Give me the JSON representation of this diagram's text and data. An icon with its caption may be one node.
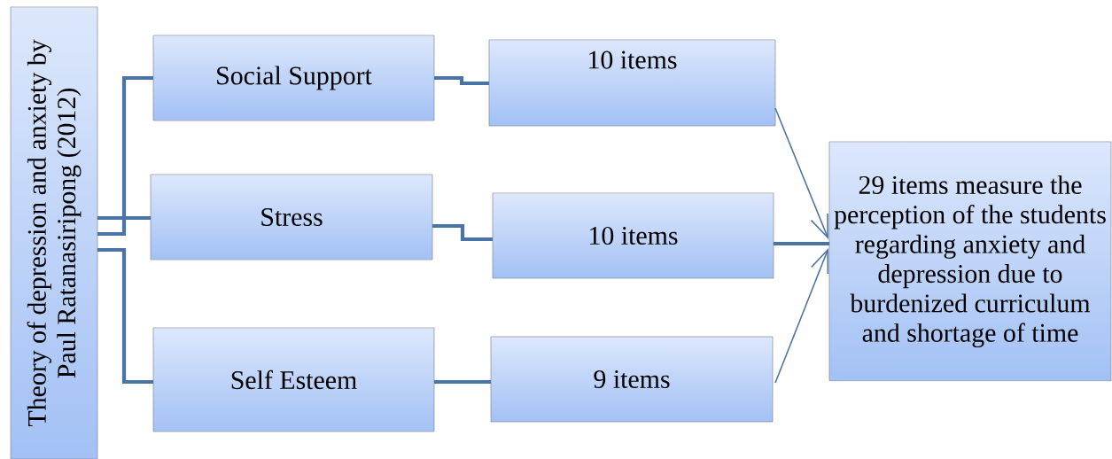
{
  "diagram": {
    "nodes": [
      {
        "text": [
          "Theory of depression and anxiety by Paul Ratanasiripong (2012)"
        ]
      },
      {
        "text": [
          "Social Support"
        ]
      },
      {
        "text": [
          "Stress"
        ]
      },
      {
        "text": [
          "Self Esteem"
        ]
      },
      {
        "text": [
          "10 items"
        ]
      },
      {
        "text": [
          "10 items"
        ]
      },
      {
        "text": [
          "9 items"
        ]
      },
      {
        "text": [
          "29 items measure the perception of the students regarding anxiety and depression due to burdenized curriculum and shortage of time"
        ]
      }
    ],
    "edges": [
      {
        "from": 0,
        "to": 1,
        "arrow": "none"
      },
      {
        "from": 0,
        "to": 2,
        "arrow": "none"
      },
      {
        "from": 0,
        "to": 3,
        "arrow": "none"
      },
      {
        "from": 1,
        "to": 4,
        "arrow": "none"
      },
      {
        "from": 2,
        "to": 5,
        "arrow": "none"
      },
      {
        "from": 3,
        "to": 6,
        "arrow": "none"
      },
      {
        "from": 4,
        "to": 7,
        "arrow": "to"
      },
      {
        "from": 5,
        "to": 7,
        "arrow": "none"
      },
      {
        "from": 6,
        "to": 7,
        "arrow": "to"
      }
    ]
  }
}
